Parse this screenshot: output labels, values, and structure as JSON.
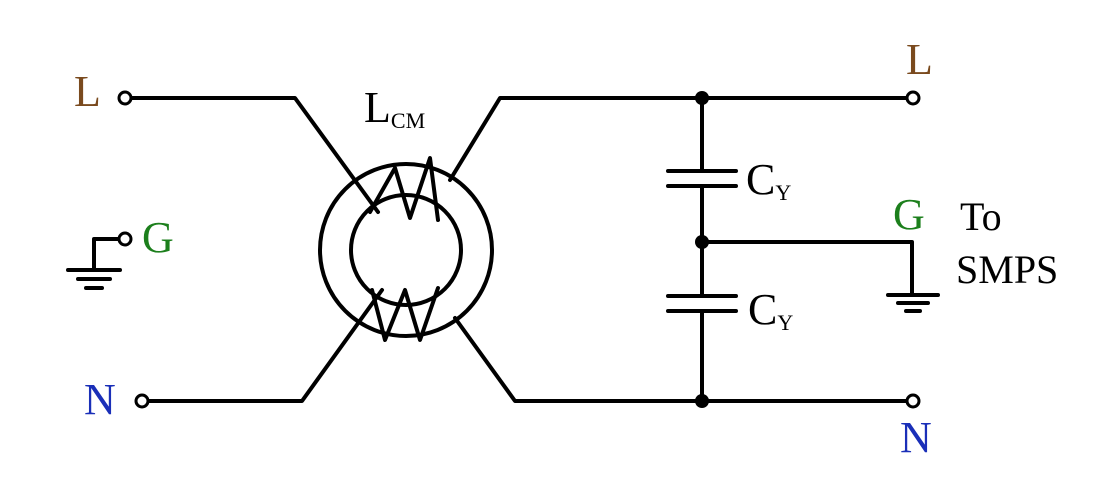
{
  "labels": {
    "in_line": "L",
    "in_ground": "G",
    "in_neutral": "N",
    "out_line": "L",
    "out_ground": "G",
    "out_neutral": "N",
    "choke_main": "L",
    "choke_sub": "CM",
    "cap_top_main": "C",
    "cap_top_sub": "Y",
    "cap_bottom_main": "C",
    "cap_bottom_sub": "Y",
    "dest_line1": "To",
    "dest_line2": "SMPS"
  },
  "colors": {
    "line": "#7a4a1e",
    "ground": "#1c7f1c",
    "neutral": "#1a2fb8",
    "wire": "#000000",
    "dest": "#000000"
  }
}
